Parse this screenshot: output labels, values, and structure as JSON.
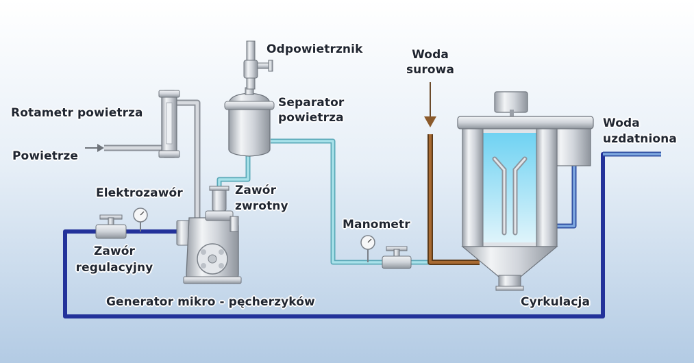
{
  "labels": {
    "odpowietrznik": "Odpowietrznik",
    "woda_surowa_1": "Woda",
    "woda_surowa_2": "surowa",
    "separator_1": "Separator",
    "separator_2": "powietrza",
    "rotametr": "Rotametr powietrza",
    "powietrze": "Powietrze",
    "woda_uzdatniona_1": "Woda",
    "woda_uzdatniona_2": "uzdatniona",
    "elektrozawor": "Elektrozawór",
    "zawor_zwrotny_1": "Zawór",
    "zawor_zwrotny_2": "zwrotny",
    "manometr": "Manometr",
    "zawor_regulacyjny_1": "Zawór",
    "zawor_regulacyjny_2": "regulacyjny",
    "generator": "Generator mikro - pęcherzyków",
    "cyrkulacja": "Cyrkulacja"
  },
  "colors": {
    "background_top": "#ffffff",
    "background_bottom": "#b5cde6",
    "circulation_pipe": "#23329a",
    "air_pipe": "#b8bcc4",
    "aerated_water_pipe": "#7ec8d6",
    "raw_water_pipe": "#8b5a2b",
    "treated_water_pipe": "#6f9fd8",
    "equipment_metal": "#d4d8de",
    "tank_water": "#7fd6f0"
  }
}
